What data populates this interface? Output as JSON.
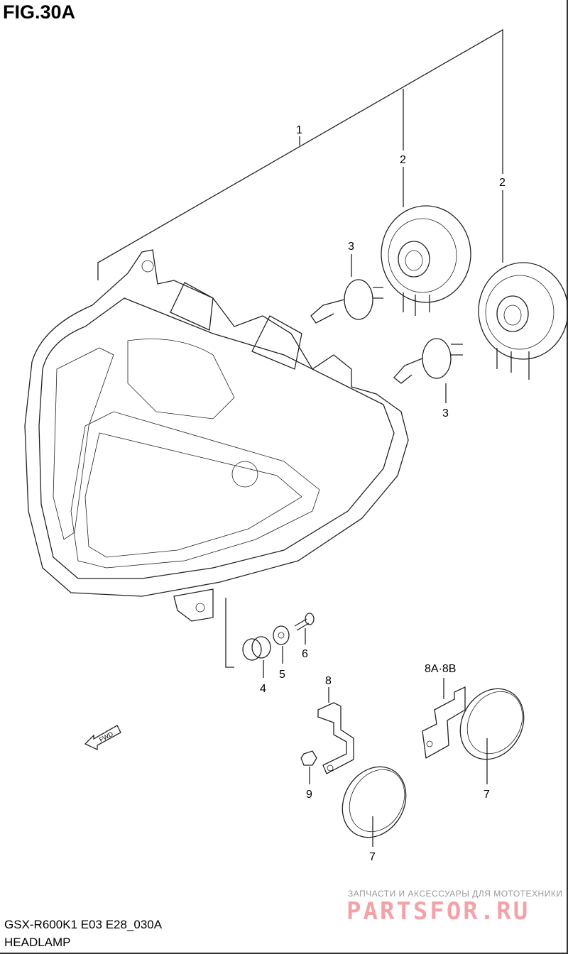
{
  "figure_label": "FIG.30A",
  "model_code": "GSX-R600K1 E03 E28_030A",
  "section_title": "HEADLAMP",
  "watermark": {
    "tagline": "ЗАПЧАСТИ И АКСЕССУАРЫ ДЛЯ МОТОТЕХНИКИ",
    "brand": "PARTSFOR.RU"
  },
  "callouts": {
    "c1": "1",
    "c2a": "2",
    "c2b": "2",
    "c3a": "3",
    "c3b": "3",
    "c4": "4",
    "c5": "5",
    "c6": "6",
    "c7a": "7",
    "c7b": "7",
    "c8": "8",
    "c8ab": "8A·8B",
    "c9": "9"
  },
  "fwd_label": "FWD"
}
